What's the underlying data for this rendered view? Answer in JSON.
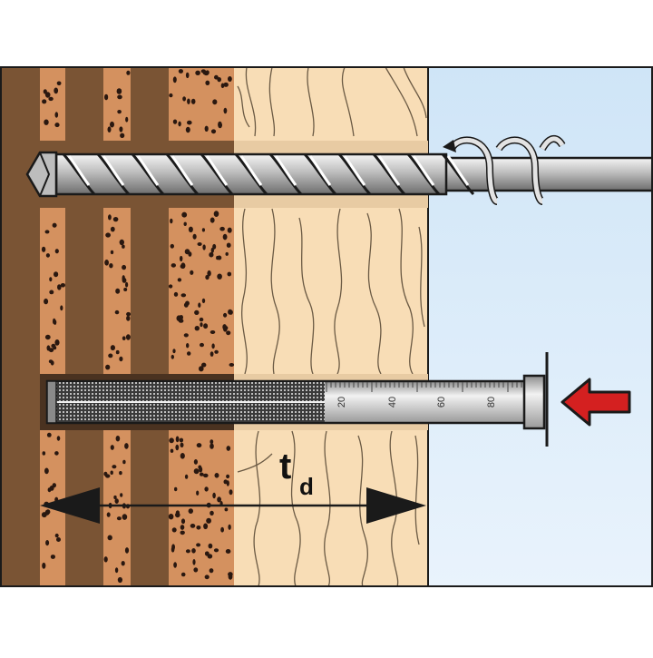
{
  "diagram": {
    "dimension_label": {
      "main": "t",
      "subscript": "d"
    },
    "gauge": {
      "scale_labels": [
        "20",
        "40",
        "60",
        "80"
      ]
    },
    "colors": {
      "frame": "#1a1a1a",
      "brick_dark": "#7a5434",
      "brick_light": "#d4915f",
      "brick_hole": "#2a1810",
      "wood": "#f8ddb6",
      "wood_grain": "#6b5a44",
      "air": "#d6eaf9",
      "drill_metal": "#d9d9d9",
      "gauge_body": "#d0d0d0",
      "arrow_red": "#d42020"
    },
    "icons": [
      "drill-bit-icon",
      "depth-gauge-icon",
      "push-arrow-icon",
      "dimension-arrow-icon"
    ]
  }
}
